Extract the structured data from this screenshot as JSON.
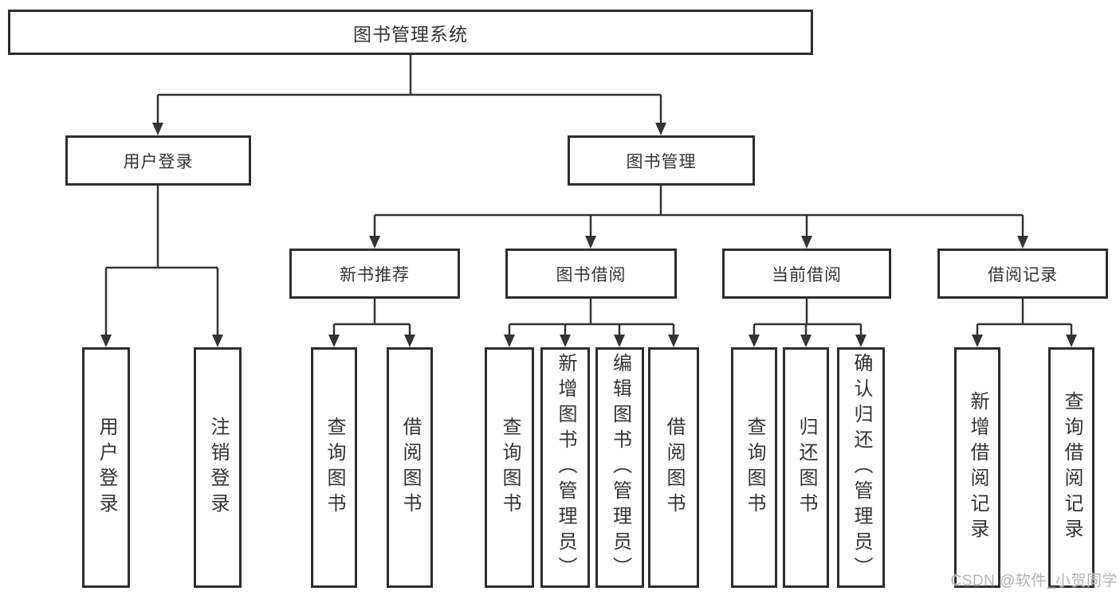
{
  "diagram": {
    "title": "图书管理系统",
    "colors": {
      "line": "#333333",
      "border": "#2d2d2d",
      "text": "#333333",
      "watermark": "#b3b3b3",
      "background": "#ffffff"
    },
    "root": {
      "label": "图书管理系统"
    },
    "branches": [
      {
        "label": "用户登录",
        "children": [
          {
            "label": "用户登录"
          },
          {
            "label": "注销登录"
          }
        ]
      },
      {
        "label": "图书管理",
        "sections": [
          {
            "label": "新书推荐",
            "children": [
              {
                "label": "查询图书"
              },
              {
                "label": "借阅图书"
              }
            ]
          },
          {
            "label": "图书借阅",
            "children": [
              {
                "label": "查询图书"
              },
              {
                "label": "新增图书（管理员）"
              },
              {
                "label": "编辑图书（管理员）"
              },
              {
                "label": "借阅图书"
              }
            ]
          },
          {
            "label": "当前借阅",
            "children": [
              {
                "label": "查询图书"
              },
              {
                "label": "归还图书"
              },
              {
                "label": "确认归还（管理员）"
              }
            ]
          },
          {
            "label": "借阅记录",
            "children": [
              {
                "label": "新增借阅记录"
              },
              {
                "label": "查询借阅记录"
              }
            ]
          }
        ]
      }
    ],
    "watermark": "CSDN @软件_小贺同学"
  }
}
